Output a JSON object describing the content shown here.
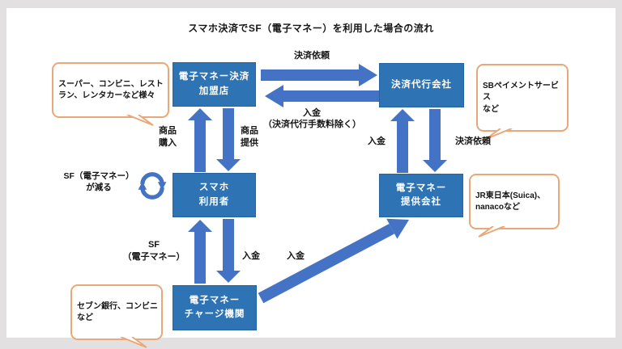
{
  "title": "スマホ決済でSF（電子マネー）を利用した場合の流れ",
  "nodes": {
    "merchant": {
      "label": "電子マネー決済\n加盟店"
    },
    "agency": {
      "label": "決済代行会社"
    },
    "user": {
      "label": "スマホ\n利用者"
    },
    "provider": {
      "label": "電子マネー\n提供会社"
    },
    "charger": {
      "label": "電子マネー\nチャージ機関"
    }
  },
  "callouts": {
    "merchant": {
      "text": "スーパー、コンビニ、レスト\nラン、レンタカーなど様々"
    },
    "agency": {
      "text": "SBペイメントサービス\nなど"
    },
    "provider": {
      "text": "JR東日本(Suica)、\nnanacoなど"
    },
    "charger": {
      "text": "セブン銀行、コンビニ\nなど"
    }
  },
  "flow_labels": {
    "payment_request_top": "決済依頼",
    "deposit_top": "入金",
    "deposit_top_note": "（決済代行手数料除く）",
    "goods_purchase": "商品\n購入",
    "goods_provide": "商品\n提供",
    "deposit_right": "入金",
    "payment_request_right": "決済依頼",
    "sf_emoney": "SF\n（電子マネー）",
    "deposit_bottom": "入金",
    "deposit_diagonal": "入金",
    "sf_decrease": "SF（電子マネー）\nが減る"
  },
  "icons": {
    "refresh": "refresh-cycle-icon"
  },
  "colors": {
    "node_fill": "#2e74b5",
    "node_text": "#ffffff",
    "arrow_blue": "#4472c4",
    "callout_border": "#e8a87a",
    "text": "#141414",
    "page_bg": "#ffffff",
    "frame_bg": "#e2e0e0"
  }
}
